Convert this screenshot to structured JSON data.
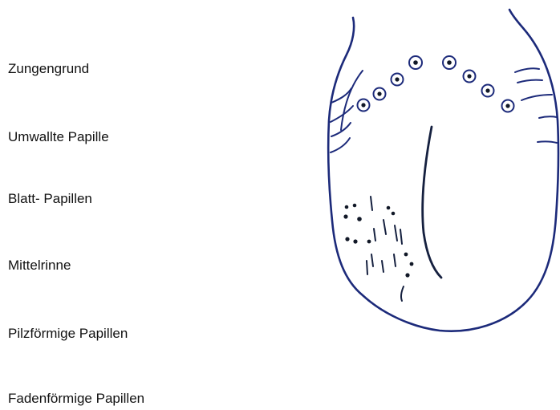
{
  "labels": [
    "Zungengrund",
    "Umwallte Papille",
    "Blatt- Papillen",
    "Mittelrinne",
    "Pilzförmige Papillen",
    "Fadenförmige Papillen"
  ]
}
